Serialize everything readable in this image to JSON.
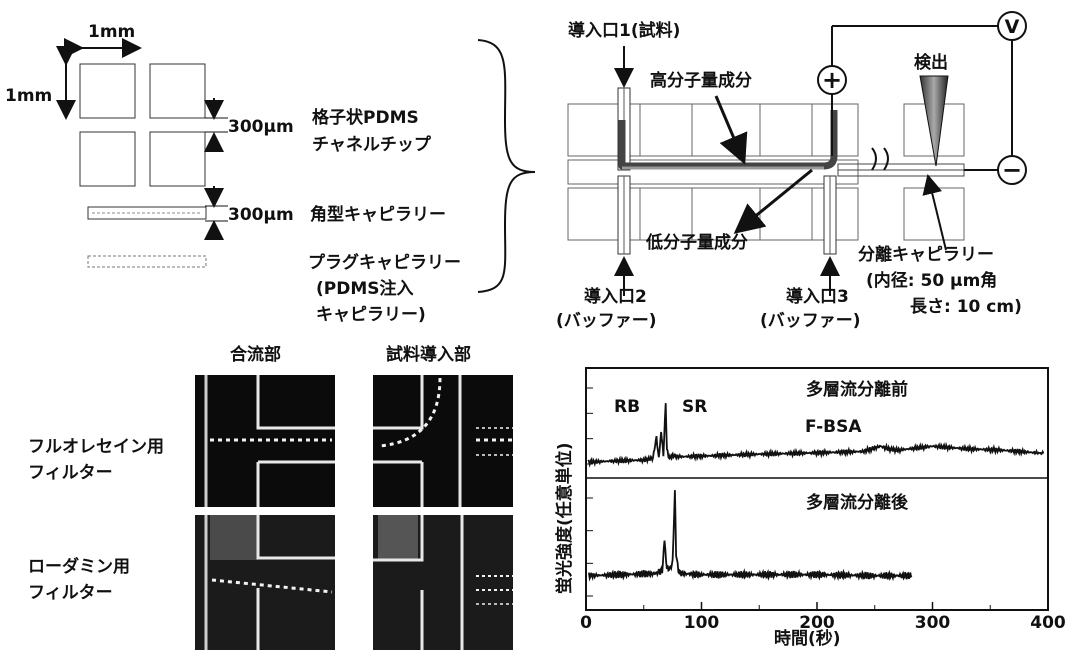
{
  "chip": {
    "dim_1mm_horizontal": "1mm",
    "dim_1mm_vertical": "1mm",
    "gap_300um_a": "300μm",
    "lattice_chip_line1": "格子状PDMS",
    "lattice_chip_line2": "チャネルチップ",
    "gap_300um_b": "300μm",
    "square_capillary": "角型キャピラリー",
    "plug_line1": "プラグキャピラリー",
    "plug_line2": "(PDMS注入",
    "plug_line3": "キャピラリー)"
  },
  "device": {
    "inlet1": "導入口1(試料)",
    "high_mw": "高分子量成分",
    "low_mw": "低分子量成分",
    "detection": "検出",
    "voltmeter": "V",
    "plus": "+",
    "minus": "−",
    "inlet2_line1": "導入口2",
    "inlet2_line2": "(バッファー)",
    "inlet3_line1": "導入口3",
    "inlet3_line2": "(バッファー)",
    "sep_cap_line1": "分離キャピラリー",
    "sep_cap_line2": "(内径: 50 μm角",
    "sep_cap_line3": "長さ: 10 cm)"
  },
  "micro": {
    "col1": "合流部",
    "col2": "試料導入部",
    "row1_line1": "フルオレセイン用",
    "row1_line2": "フィルター",
    "row2_line1": "ローダミン用",
    "row2_line2": "フィルター"
  },
  "chart_data": {
    "type": "line",
    "xlabel": "時間(秒)",
    "ylabel": "蛍光強度(任意単位)",
    "xlim": [
      0,
      400
    ],
    "xticks": [
      "0",
      "100",
      "200",
      "300",
      "400"
    ],
    "panels": [
      {
        "title": "多層流分離前",
        "annotations": [
          "RB",
          "SR",
          "F-BSA"
        ],
        "x": [
          2,
          30,
          50,
          58,
          61,
          63,
          65,
          67,
          69,
          70,
          72,
          75,
          80,
          100,
          150,
          200,
          240,
          255,
          262,
          270,
          300,
          330,
          360,
          390,
          396
        ],
        "y": [
          0.06,
          0.08,
          0.09,
          0.12,
          0.45,
          0.1,
          0.52,
          0.18,
          0.95,
          0.25,
          0.12,
          0.16,
          0.14,
          0.15,
          0.18,
          0.2,
          0.22,
          0.3,
          0.26,
          0.24,
          0.3,
          0.26,
          0.24,
          0.2,
          0.19
        ]
      },
      {
        "title": "多層流分離後",
        "annotations": [],
        "x": [
          2,
          30,
          60,
          66,
          68,
          70,
          72,
          75,
          77,
          78,
          80,
          83,
          100,
          150,
          200,
          250,
          282
        ],
        "y": [
          0.08,
          0.09,
          0.1,
          0.13,
          0.42,
          0.15,
          0.14,
          0.2,
          0.92,
          0.3,
          0.12,
          0.1,
          0.09,
          0.09,
          0.09,
          0.08,
          0.08
        ]
      }
    ]
  }
}
